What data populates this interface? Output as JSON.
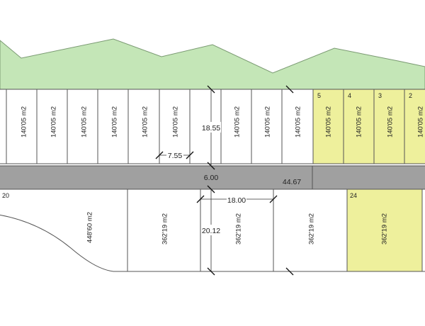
{
  "colors": {
    "green_area": "#c4e6b7",
    "green_stroke": "#7a9a72",
    "road": "#a0a0a0",
    "highlight": "#eef09c",
    "lot_fill": "#ffffff",
    "line": "#555555"
  },
  "top_row": {
    "area_label": "140'05 m2",
    "highlighted_numbers": [
      "5",
      "4",
      "3",
      "2"
    ]
  },
  "bottom_row": {
    "start_number": "20",
    "curved_lot_area": "448'60 m2",
    "lot_area": "362'19 m2",
    "highlighted_number": "24"
  },
  "dimensions": {
    "lot_front": "7.55",
    "lot_depth_top": "18.55",
    "road_width": "6.00",
    "road_length_marker": "44.67",
    "lot_width_bottom": "18.00",
    "lot_depth_bottom": "20.12"
  }
}
